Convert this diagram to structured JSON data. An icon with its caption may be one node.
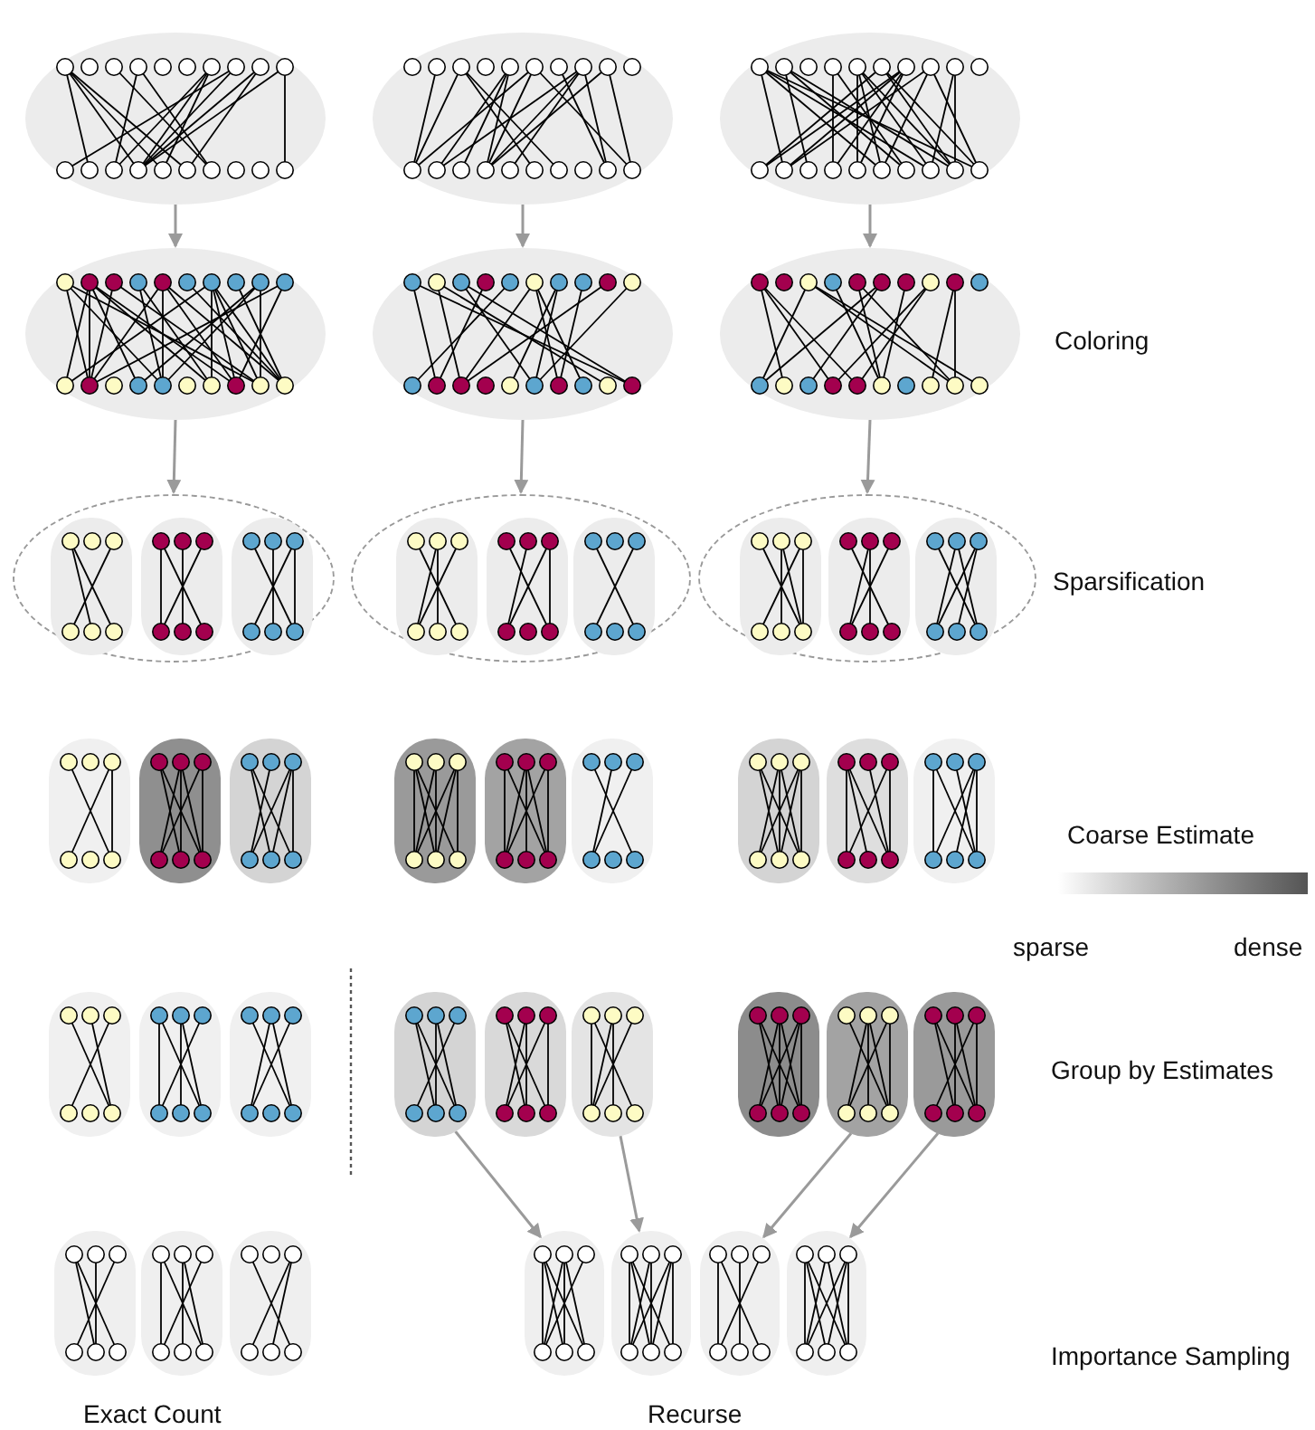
{
  "diagram": {
    "nodes": [
      {
        "text": [],
        "shape": "ellipse"
      },
      {
        "text": [],
        "shape": "ellipse"
      },
      {
        "text": [],
        "shape": "ellipse"
      },
      {
        "text": [],
        "shape": "ellipse"
      },
      {
        "text": [],
        "shape": "ellipse"
      },
      {
        "text": [],
        "shape": "ellipse"
      },
      {
        "text": [],
        "shape": "ellipse"
      },
      {
        "text": [],
        "shape": "ellipse"
      },
      {
        "text": [],
        "shape": "ellipse"
      },
      {
        "text": [],
        "shape": "pill",
        "in": 6
      },
      {
        "text": [],
        "shape": "pill",
        "in": 6
      },
      {
        "text": [],
        "shape": "pill",
        "in": 6
      },
      {
        "text": [],
        "shape": "pill",
        "in": 7
      },
      {
        "text": [],
        "shape": "pill",
        "in": 7
      },
      {
        "text": [],
        "shape": "pill",
        "in": 7
      },
      {
        "text": [],
        "shape": "pill",
        "in": 8
      },
      {
        "text": [],
        "shape": "pill",
        "in": 8
      },
      {
        "text": [],
        "shape": "pill",
        "in": 8
      },
      {
        "text": [],
        "shape": "pill"
      },
      {
        "text": [],
        "shape": "pill"
      },
      {
        "text": [],
        "shape": "pill"
      },
      {
        "text": [],
        "shape": "pill"
      },
      {
        "text": [],
        "shape": "pill"
      },
      {
        "text": [],
        "shape": "pill"
      },
      {
        "text": [],
        "shape": "pill"
      },
      {
        "text": [],
        "shape": "pill"
      },
      {
        "text": [],
        "shape": "pill"
      },
      {
        "text": [],
        "shape": "pill"
      },
      {
        "text": [],
        "shape": "pill"
      },
      {
        "text": [],
        "shape": "pill"
      },
      {
        "text": [],
        "shape": "pill"
      },
      {
        "text": [],
        "shape": "pill"
      },
      {
        "text": [],
        "shape": "pill"
      },
      {
        "text": [],
        "shape": "pill"
      },
      {
        "text": [],
        "shape": "pill"
      },
      {
        "text": [],
        "shape": "pill"
      },
      {
        "text": [],
        "shape": "pill"
      },
      {
        "text": [],
        "shape": "pill"
      },
      {
        "text": [],
        "shape": "pill"
      },
      {
        "text": [],
        "shape": "pill"
      },
      {
        "text": [],
        "shape": "pill"
      },
      {
        "text": [],
        "shape": "pill"
      },
      {
        "text": [],
        "shape": "pill"
      }
    ],
    "edges": [
      {
        "from": 0,
        "to": 3,
        "arrow": "to"
      },
      {
        "from": 1,
        "to": 4,
        "arrow": "to"
      },
      {
        "from": 2,
        "to": 5,
        "arrow": "to"
      },
      {
        "from": 3,
        "to": 6,
        "arrow": "to"
      },
      {
        "from": 4,
        "to": 7,
        "arrow": "to"
      },
      {
        "from": 5,
        "to": 8,
        "arrow": "to"
      },
      {
        "from": 30,
        "to": 39,
        "arrow": "to"
      },
      {
        "from": 32,
        "to": 40,
        "arrow": "to"
      },
      {
        "from": 34,
        "to": 41,
        "arrow": "to"
      },
      {
        "from": 35,
        "to": 42,
        "arrow": "to"
      }
    ],
    "labels": [
      "Coloring",
      "Sparsification",
      "Coarse Estimate",
      "sparse",
      "dense",
      "Group by Estimates",
      "Importance Sampling",
      "Exact Count",
      "Recurse"
    ]
  }
}
